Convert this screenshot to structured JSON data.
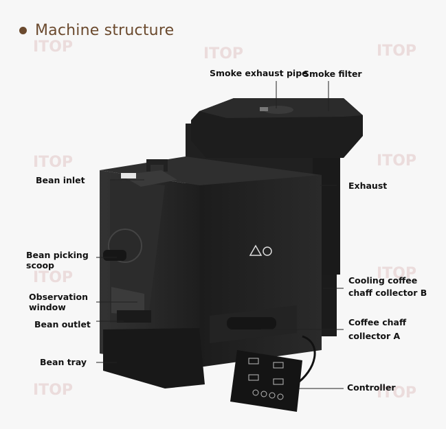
{
  "title": "Machine structure",
  "watermark": "ITOP",
  "labels": {
    "smoke_exhaust_pipe": "Smoke exhaust pipe",
    "smoke_filter": "Smoke filter",
    "bean_inlet": "Bean inlet",
    "exhaust": "Exhaust",
    "bean_picking_scoop_l1": "Bean picking",
    "bean_picking_scoop_l2": "scoop",
    "observation_window_l1": "Observation",
    "observation_window_l2": "window",
    "bean_outlet": "Bean outlet",
    "cooling_l1": "Cooling coffee",
    "cooling_l2": "chaff collector B",
    "chaff_a_l1": "Coffee chaff",
    "chaff_a_l2": "collector A",
    "bean_tray": "Bean tray",
    "controller": "Controller"
  }
}
